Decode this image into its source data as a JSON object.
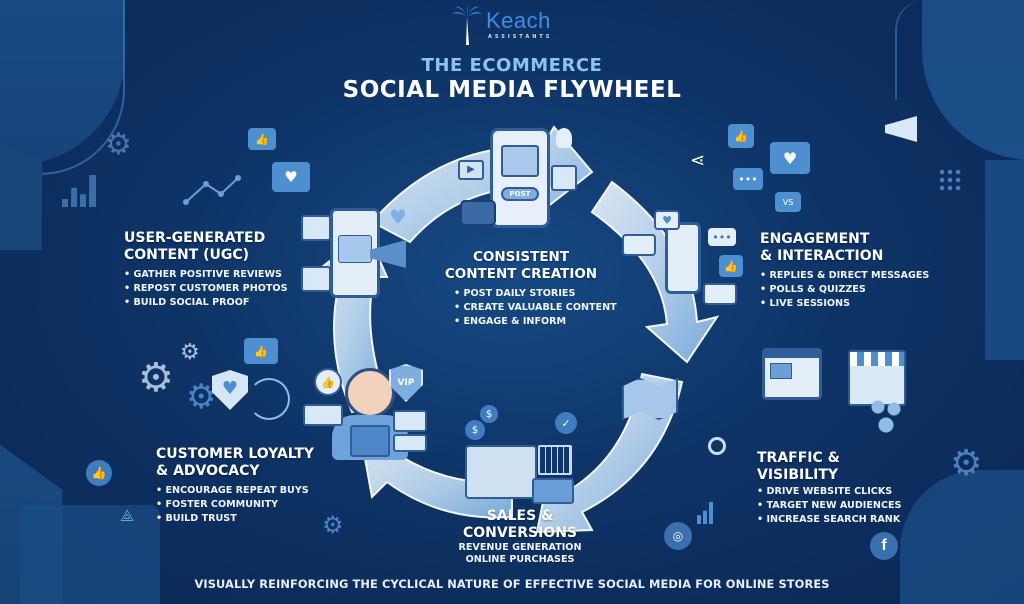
{
  "brand": {
    "name": "Keach",
    "tagline": "ASSISTANTS",
    "logo_icon": "palm-tree-icon"
  },
  "title": {
    "line1": "THE ECOMMERCE",
    "line2": "SOCIAL MEDIA FLYWHEEL"
  },
  "colors": {
    "background": "#0e3467",
    "ring_light": "#d9e8f7",
    "ring_mid": "#8fbde6",
    "accent_blue": "#3d8de8",
    "subtitle_blue": "#8ec3ee",
    "icon_blue": "#4e8fd0"
  },
  "sections": {
    "ugc": {
      "title_line1": "USER-GENERATED",
      "title_line2": "CONTENT (UGC)",
      "bullets": [
        "GATHER POSITIVE REVIEWS",
        "REPOST CUSTOMER PHOTOS",
        "BUILD SOCIAL PROOF"
      ]
    },
    "content": {
      "title_line1": "CONSISTENT",
      "title_line2": "CONTENT CREATION",
      "bullets": [
        "POST DAILY STORIES",
        "CREATE VALUABLE CONTENT",
        "ENGAGE & INFORM"
      ]
    },
    "engagement": {
      "title_line1": "ENGAGEMENT",
      "title_line2": "& INTERACTION",
      "bullets": [
        "REPLIES & DIRECT MESSAGES",
        "POLLS & QUIZZES",
        "LIVE SESSIONS"
      ]
    },
    "traffic": {
      "title_line1": "TRAFFIC &",
      "title_line2": "VISIBILITY",
      "bullets": [
        "DRIVE WEBSITE CLICKS",
        "TARGET NEW AUDIENCES",
        "INCREASE SEARCH RANK"
      ]
    },
    "sales": {
      "title_line1": "SALES &",
      "title_line2": "CONVERSIONS",
      "sub_line1": "REVENUE GENERATION",
      "sub_line2": "ONLINE PURCHASES"
    },
    "loyalty": {
      "title_line1": "CUSTOMER LOYALTY",
      "title_line2": "& ADVOCACY",
      "bullets": [
        "ENCOURAGE REPEAT BUYS",
        "FOSTER COMMUNITY",
        "BUILD TRUST"
      ]
    }
  },
  "illustrations": {
    "content_phone_button": "POST",
    "loyalty_badge": "VIP",
    "icons": [
      "thumbs-up-icon",
      "heart-icon",
      "share-icon",
      "megaphone-icon",
      "gear-icon",
      "bar-chart-icon",
      "map-pin-icon",
      "magnifier-icon",
      "instagram-icon",
      "facebook-icon",
      "cash-register-icon",
      "shopping-cart-icon",
      "storefront-icon",
      "browser-window-icon",
      "camera-icon",
      "lightbulb-icon",
      "shield-heart-icon"
    ]
  },
  "footer": {
    "text": "VISUALLY REINFORCING THE CYCLICAL NATURE OF EFFECTIVE SOCIAL MEDIA FOR ONLINE STORES"
  }
}
